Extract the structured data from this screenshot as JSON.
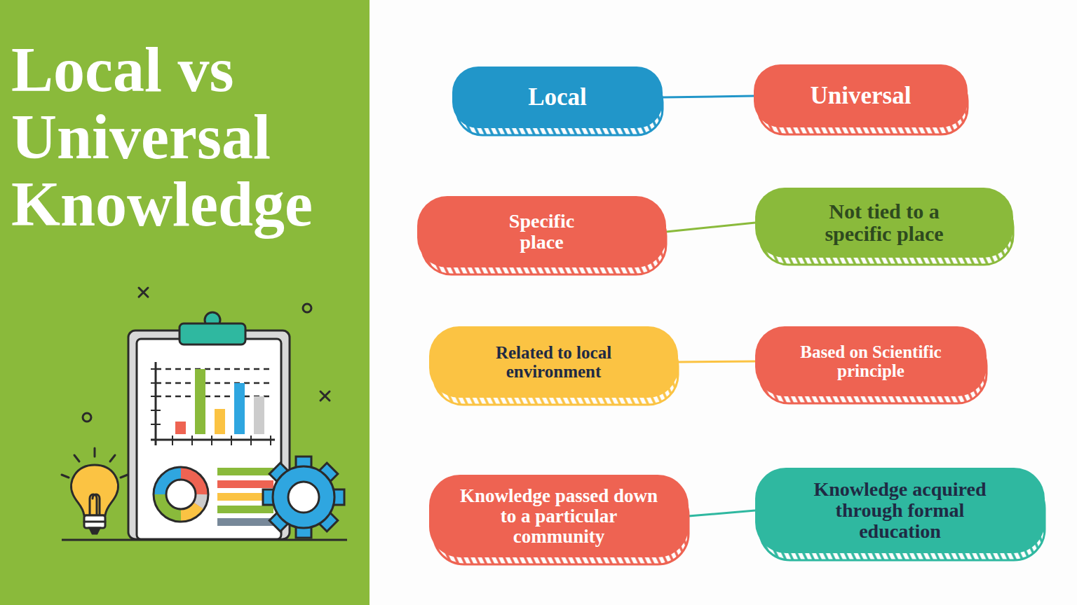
{
  "diagram": {
    "title": "Local vs Universal Knowledge",
    "nodes": [
      {
        "text": [
          "Local"
        ]
      },
      {
        "text": [
          "Universal"
        ]
      },
      {
        "text": [
          "Specific place"
        ]
      },
      {
        "text": [
          "Not tied to a specific place"
        ]
      },
      {
        "text": [
          "Related to local environment"
        ]
      },
      {
        "text": [
          "Based on Scientific principle"
        ]
      },
      {
        "text": [
          "Knowledge passed down to a particular community"
        ]
      },
      {
        "text": [
          "Knowledge acquired through formal education"
        ]
      }
    ],
    "edges": [
      {
        "from": 0,
        "to": 1,
        "arrow": "none"
      },
      {
        "from": 2,
        "to": 3,
        "arrow": "none"
      },
      {
        "from": 4,
        "to": 5,
        "arrow": "none"
      },
      {
        "from": 6,
        "to": 7,
        "arrow": "none"
      }
    ]
  }
}
